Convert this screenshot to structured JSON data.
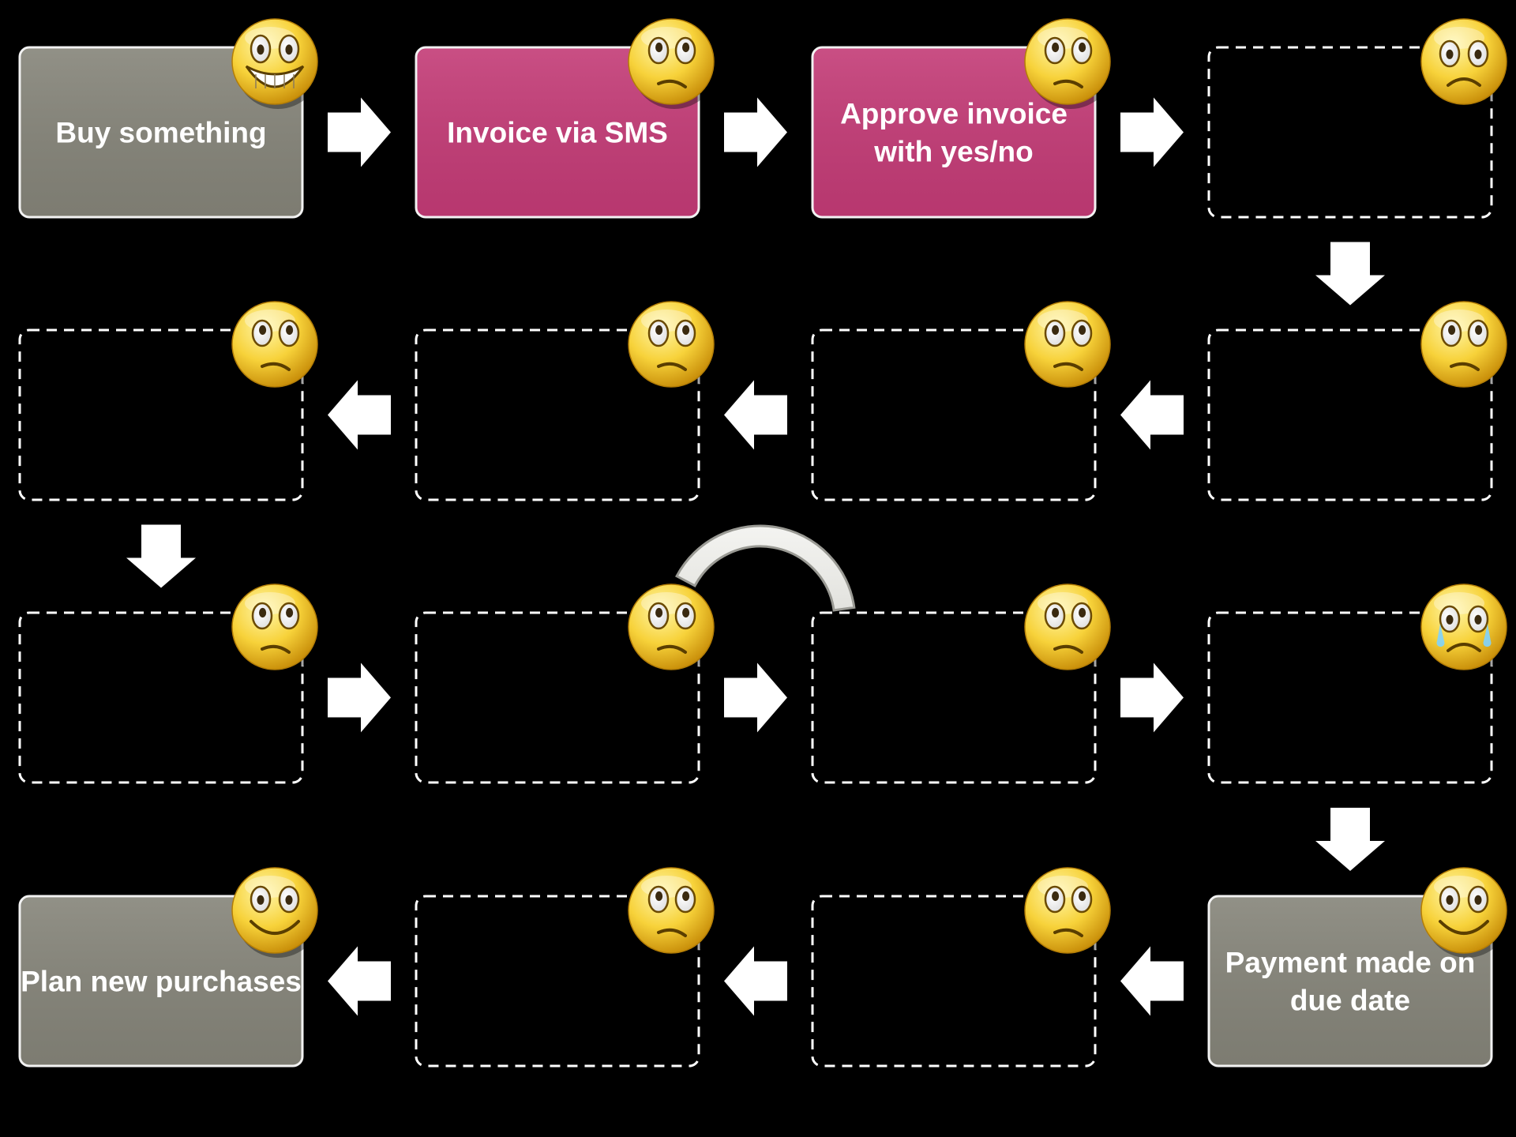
{
  "diagram": {
    "rows": [
      [
        {
          "id": "step-1",
          "label": "Buy something",
          "style": "grey",
          "mood": "grin"
        },
        {
          "id": "step-2",
          "label": "Invoice via SMS",
          "style": "pink",
          "mood": "uneasy"
        },
        {
          "id": "step-3",
          "label": "Approve invoice with yes/no",
          "style": "pink",
          "mood": "uneasy"
        },
        {
          "id": "step-4",
          "label": "",
          "style": "empty",
          "mood": "sad"
        }
      ],
      [
        {
          "id": "step-8",
          "label": "",
          "style": "empty",
          "mood": "uneasy"
        },
        {
          "id": "step-7",
          "label": "",
          "style": "empty",
          "mood": "uneasy"
        },
        {
          "id": "step-6",
          "label": "",
          "style": "empty",
          "mood": "uneasy"
        },
        {
          "id": "step-5",
          "label": "",
          "style": "empty",
          "mood": "uneasy"
        }
      ],
      [
        {
          "id": "step-9",
          "label": "",
          "style": "empty",
          "mood": "uneasy"
        },
        {
          "id": "step-10",
          "label": "",
          "style": "empty",
          "mood": "uneasy"
        },
        {
          "id": "step-11",
          "label": "",
          "style": "empty",
          "mood": "uneasy"
        },
        {
          "id": "step-12",
          "label": "",
          "style": "empty",
          "mood": "crying"
        }
      ],
      [
        {
          "id": "step-16",
          "label": "Plan new purchases",
          "style": "grey",
          "mood": "smile"
        },
        {
          "id": "step-15",
          "label": "",
          "style": "empty",
          "mood": "uneasy"
        },
        {
          "id": "step-14",
          "label": "",
          "style": "empty",
          "mood": "uneasy"
        },
        {
          "id": "step-13",
          "label": "Payment made on due date",
          "style": "grey",
          "mood": "smile"
        }
      ]
    ],
    "row_directions": [
      "right",
      "left",
      "right",
      "left"
    ],
    "down_arrows": [
      {
        "after_row": 0,
        "column": 3
      },
      {
        "after_row": 1,
        "column": 0
      },
      {
        "after_row": 2,
        "column": 3
      }
    ],
    "skip_arc": {
      "from": "step-10",
      "to": "step-11"
    },
    "colors": {
      "background": "#000000",
      "grey_box": "#858479",
      "pink_box": "#c33b76",
      "box_border": "#f2f2f2",
      "dashed_border": "#ffffff",
      "arrow": "#ffffff",
      "arc_fill": "#e2e2de",
      "arc_stroke": "#9a9a94",
      "emoji_light": "#fff6a8",
      "emoji_mid": "#f7d23a",
      "emoji_dark": "#c98f0a"
    }
  }
}
